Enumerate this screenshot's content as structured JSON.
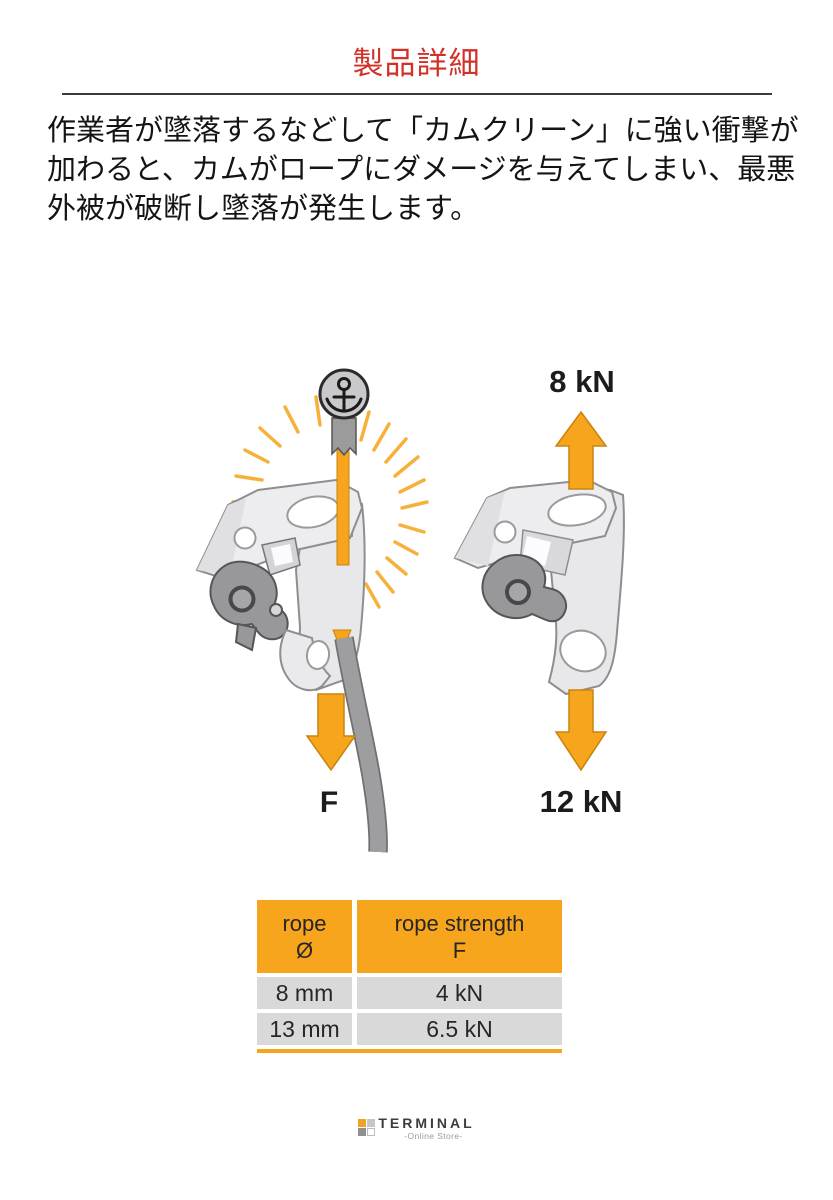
{
  "header": {
    "title": "製品詳細"
  },
  "paragraph": {
    "lines": [
      "作業者が墜落するなどして「カムクリーン」に強い衝撃が",
      "加わると、カムがロープにダメージを与えてしまい、最悪",
      "外被が破断し墜落が発生します。"
    ]
  },
  "diagram": {
    "labels": {
      "fall_force": "F",
      "upward_force": "8 kN",
      "downward_force": "12 kN"
    },
    "icons": [
      "anchor-icon",
      "shock-lines",
      "force-arrows"
    ]
  },
  "table": {
    "headers": {
      "col1_line1": "rope",
      "col1_line2": "Ø",
      "col2_line1": "rope strength",
      "col2_line2": "F"
    },
    "rows": [
      {
        "diameter": "8 mm",
        "strength": "4 kN"
      },
      {
        "diameter": "13 mm",
        "strength": "6.5 kN"
      }
    ]
  },
  "footer": {
    "brand": "TERMINAL",
    "tagline": "-Online Store-"
  },
  "colors": {
    "accent_orange": "#F6A51D",
    "shock_orange": "#F7B13B",
    "title_red": "#D2312A",
    "row_gray": "#D9D9D9",
    "rule_gray": "#3B3B3B"
  }
}
